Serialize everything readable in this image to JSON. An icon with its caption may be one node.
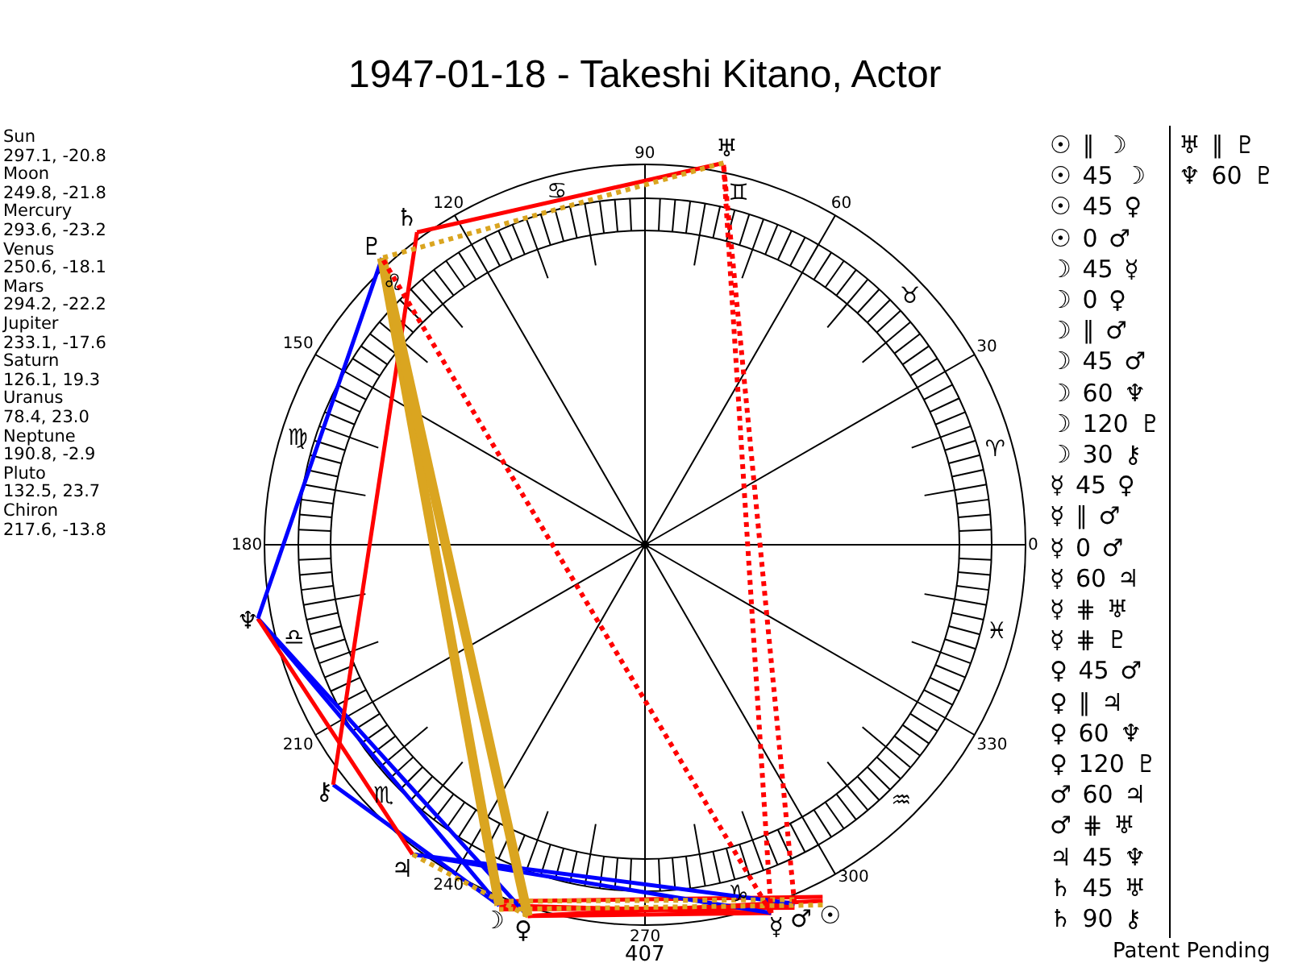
{
  "diagram": {
    "title": "1947-01-18 - Takeshi Kitano, Actor",
    "nodes": [
      {
        "text": [
          "☉"
        ]
      },
      {
        "text": [
          "☽"
        ]
      },
      {
        "text": [
          "☿"
        ]
      },
      {
        "text": [
          "♀"
        ]
      },
      {
        "text": [
          "♂"
        ]
      },
      {
        "text": [
          "♃"
        ]
      },
      {
        "text": [
          "♄"
        ]
      },
      {
        "text": [
          "♅"
        ]
      },
      {
        "text": [
          "♆"
        ]
      },
      {
        "text": [
          "♇"
        ]
      },
      {
        "text": [
          "⚷"
        ]
      }
    ],
    "edges": [
      {
        "from": 0,
        "to": 1,
        "arrow": "none",
        "style": "dashed",
        "color": "#daa520"
      },
      {
        "from": 0,
        "to": 1,
        "arrow": "none"
      },
      {
        "from": 0,
        "to": 3,
        "arrow": "none"
      },
      {
        "from": 1,
        "to": 2,
        "arrow": "none"
      },
      {
        "from": 1,
        "to": 4,
        "arrow": "none",
        "style": "dashed",
        "color": "#daa520"
      },
      {
        "from": 1,
        "to": 4,
        "arrow": "none"
      },
      {
        "from": 1,
        "to": 8,
        "arrow": "none",
        "color": "#0000ff"
      },
      {
        "from": 1,
        "to": 9,
        "arrow": "none",
        "style": "thick",
        "color": "#daa520"
      },
      {
        "from": 1,
        "to": 10,
        "arrow": "none",
        "color": "#0000ff"
      },
      {
        "from": 2,
        "to": 3,
        "arrow": "none"
      },
      {
        "from": 2,
        "to": 5,
        "arrow": "none",
        "color": "#0000ff"
      },
      {
        "from": 2,
        "to": 7,
        "arrow": "none",
        "style": "dashed"
      },
      {
        "from": 2,
        "to": 9,
        "arrow": "none",
        "style": "dashed"
      },
      {
        "from": 3,
        "to": 4,
        "arrow": "none"
      },
      {
        "from": 3,
        "to": 5,
        "arrow": "none",
        "style": "dashed",
        "color": "#daa520"
      },
      {
        "from": 3,
        "to": 8,
        "arrow": "none",
        "color": "#0000ff"
      },
      {
        "from": 3,
        "to": 9,
        "arrow": "none",
        "style": "thick",
        "color": "#daa520"
      },
      {
        "from": 4,
        "to": 5,
        "arrow": "none",
        "color": "#0000ff"
      },
      {
        "from": 4,
        "to": 7,
        "arrow": "none",
        "style": "dashed"
      },
      {
        "from": 5,
        "to": 8,
        "arrow": "none"
      },
      {
        "from": 6,
        "to": 7,
        "arrow": "none"
      },
      {
        "from": 6,
        "to": 10,
        "arrow": "none"
      },
      {
        "from": 7,
        "to": 9,
        "arrow": "none",
        "style": "dashed",
        "color": "#daa520"
      },
      {
        "from": 8,
        "to": 9,
        "arrow": "none",
        "color": "#0000ff"
      }
    ],
    "labels": [
      "Sun",
      "297.1, -20.8",
      "Moon",
      "249.8, -21.8",
      "Mercury",
      "293.6, -23.2",
      "Venus",
      "250.6, -18.1",
      "Mars",
      "294.2, -22.2",
      "Jupiter",
      "233.1, -17.6",
      "Saturn",
      "126.1, 19.3",
      "Uranus",
      "78.4, 23.0",
      "Neptune",
      "190.8, -2.9",
      "Pluto",
      "132.5, 23.7",
      "Chiron",
      "217.6, -13.8",
      "0",
      "30",
      "60",
      "90",
      "120",
      "150",
      "180",
      "210",
      "240",
      "270",
      "300",
      "330",
      "♈",
      "♉",
      "♊",
      "♋",
      "♌",
      "♍",
      "♎",
      "♏",
      "♑",
      "♒",
      "♓",
      "☉ ∥ ☽",
      "☉ 45 ☽",
      "☉ 45 ♀",
      "☉ 0 ♂",
      "☽ 45 ☿",
      "☽ 0 ♀",
      "☽ ∥ ♂",
      "☽ 45 ♂",
      "☽ 60 ♆",
      "☽ 120 ♇",
      "☽ 30 ⚷",
      "☿ 45 ♀",
      "☿ ∥ ♂",
      "☿ 0 ♂",
      "☿ 60 ♃",
      "☿ ⋕ ♅",
      "☿ ⋕ ♇",
      "♀ 45 ♂",
      "♀ ∥ ♃",
      "♀ 60 ♆",
      "♀ 120 ♇",
      "♂ 60 ♃",
      "♂ ⋕ ♅",
      "♃ 45 ♆",
      "♄ 45 ♅",
      "♄ 90 ⚷",
      "♅ ∥ ♇",
      "♆ 60 ♇",
      "407",
      "Patent Pending"
    ]
  }
}
